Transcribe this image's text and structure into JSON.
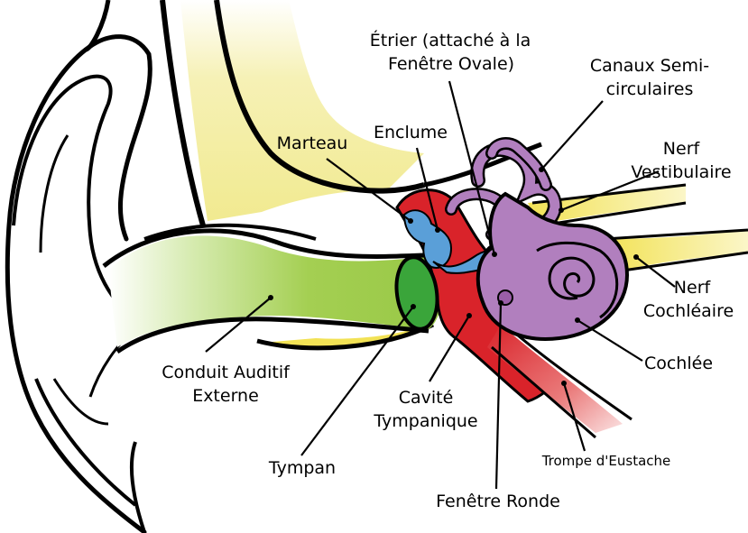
{
  "colors": {
    "outline": "#000000",
    "skin": "#ffffff",
    "bone": "#f3ec9e",
    "canal": "#a4cf52",
    "tympan": "#3aa53a",
    "cavity": "#d9232a",
    "ossicles": "#5a9fd8",
    "inner_ear": "#b17fbe",
    "nerve": "#f2e255",
    "tube": "#e86b6b"
  },
  "labels": {
    "etrier_line1": "Étrier (attaché à la",
    "etrier_line2": "Fenêtre Ovale)",
    "canaux_line1": "Canaux Semi-",
    "canaux_line2": "circulaires",
    "marteau": "Marteau",
    "enclume": "Enclume",
    "nerf_vest_line1": "Nerf",
    "nerf_vest_line2": "Vestibulaire",
    "nerf_coch_line1": "Nerf",
    "nerf_coch_line2": "Cochléaire",
    "cochlee": "Cochlée",
    "conduit_line1": "Conduit Auditif",
    "conduit_line2": "Externe",
    "cavite_line1": "Cavité",
    "cavite_line2": "Tympanique",
    "tympan": "Tympan",
    "trompe": "Trompe d'Eustache",
    "fenetre_ronde": "Fenêtre Ronde"
  }
}
